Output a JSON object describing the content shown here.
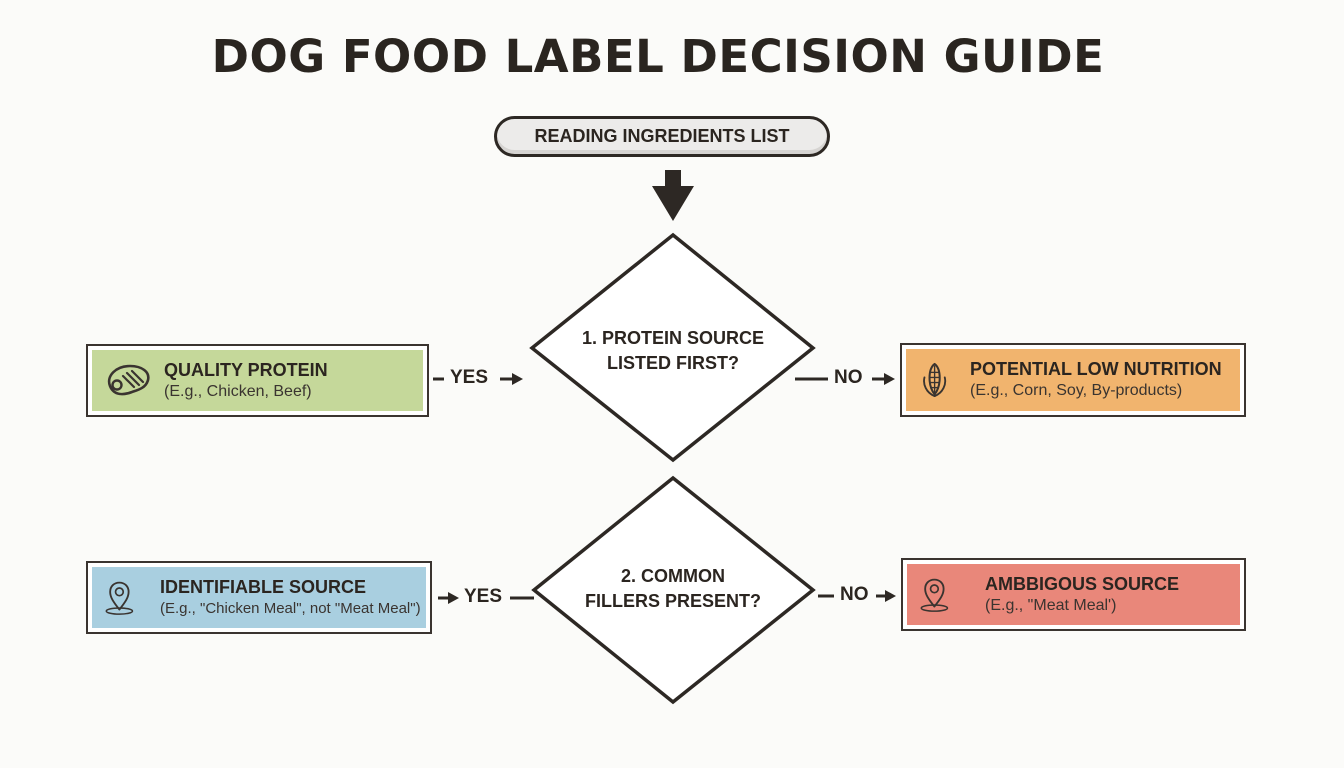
{
  "title": "DOG FOOD LABEL DECISION GUIDE",
  "start": {
    "label": "READING INGREDIENTS LIST"
  },
  "decisions": [
    {
      "line1": "1. PROTEIN SOURCE",
      "line2": "LISTED FIRST?"
    },
    {
      "line1": "2. COMMON",
      "line2": "FILLERS PRESENT?"
    }
  ],
  "outcomes": {
    "quality_protein": {
      "title": "QUALITY PROTEIN",
      "subtitle": "(E.g., Chicken, Beef)",
      "color": "#c5d89a",
      "icon": "steak-icon"
    },
    "low_nutrition": {
      "title": "POTENTIAL LOW NUTRITION",
      "subtitle": "(E.g., Corn, Soy, By-products)",
      "color": "#f1b46e",
      "icon": "corn-icon"
    },
    "identifiable_source": {
      "title": "IDENTIFIABLE SOURCE",
      "subtitle": "(E.g., \"Chicken Meal\", not \"Meat Meal\")",
      "color": "#a9cfe0",
      "icon": "location-pin-icon"
    },
    "ambiguous_source": {
      "title": "AMBBIGOUS SOURCE",
      "subtitle": "(E.g., \"Meat Meal')",
      "color": "#e9877a",
      "icon": "location-pin-icon"
    }
  },
  "edges": {
    "yes": "YES",
    "no": "NO"
  }
}
